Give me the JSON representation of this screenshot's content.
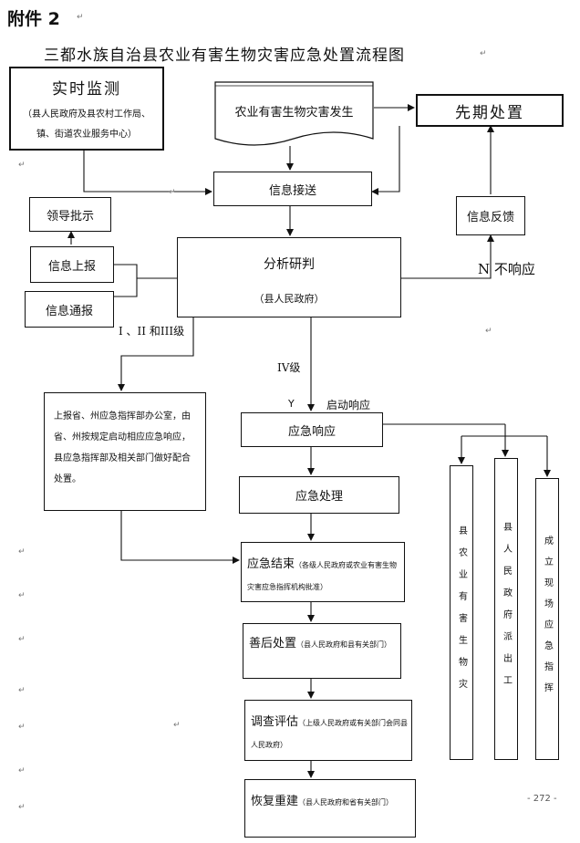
{
  "header": {
    "annex": "附件 2",
    "title": "三都水族自治县农业有害生物灾害应急处置流程图"
  },
  "nodes": {
    "monitor_title": "实时监测",
    "monitor_sub": "（县人民政府及县农村工作局、镇、街道农业服务中心）",
    "occur": "农业有害生物灾害发生",
    "prior": "先期处置",
    "receive": "信息接送",
    "approve": "领导批示",
    "feedback": "信息反馈",
    "analyze": "分析研判",
    "analyze_sub": "（县人民政府）",
    "report_up": "信息上报",
    "notify": "信息通报",
    "no_response": "N 不响应",
    "level_123": "I 、II 和III级",
    "level_4": "IV级",
    "y": "Y",
    "start": "启动响应",
    "escalate": "上报省、州应急指挥部办公室，由省、州按规定启动相应应急响应，县应急指挥部及相关部门做好配合处置。",
    "respond": "应急响应",
    "handle": "应急处理",
    "end_title": "应急结束",
    "end_sub": "（各级人民政府或农业有害生物灾害应急指挥机构批准）",
    "after_title": "善后处置",
    "after_sub": "（县人民政府和县有关部门）",
    "eval_title": "调查评估",
    "eval_sub": "（上级人民政府或有关部门会同县人民政府）",
    "rebuild_title": "恢复重建",
    "rebuild_sub": "（县人民政府和省有关部门）",
    "side1": "县农业有害生物灾",
    "side2": "县人民政府派出工",
    "side3": "成立现场应急指挥"
  },
  "footer": {
    "page": "- 272 -"
  }
}
